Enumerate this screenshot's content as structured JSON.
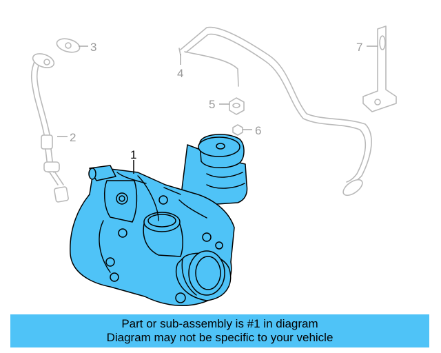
{
  "callouts": {
    "c1": "1",
    "c2": "2",
    "c3": "3",
    "c4": "4",
    "c5": "5",
    "c6": "6",
    "c7": "7"
  },
  "highlight_color": "#4fc3f7",
  "banner": {
    "line1": "Part or sub-assembly is #1 in diagram",
    "line2": "Diagram may not be specific to your vehicle"
  }
}
